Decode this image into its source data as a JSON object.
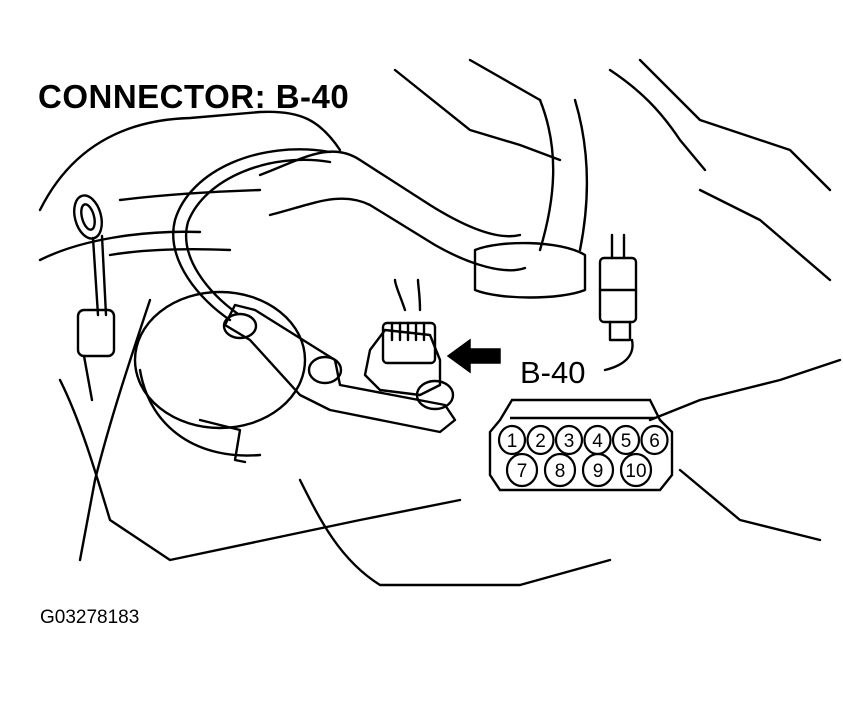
{
  "title": "CONNECTOR: B-40",
  "connector_label": "B-40",
  "figure_id": "G03278183",
  "pins": {
    "top_row": [
      "1",
      "2",
      "3",
      "4",
      "5",
      "6"
    ],
    "bottom_row": [
      "7",
      "8",
      "9",
      "10"
    ]
  }
}
